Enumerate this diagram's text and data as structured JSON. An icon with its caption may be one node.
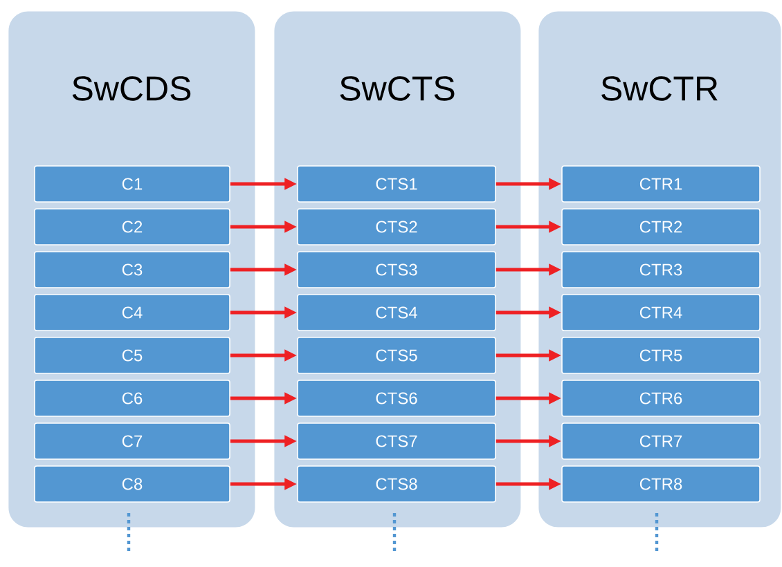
{
  "diagram": {
    "nodes": [
      {
        "text": [
          "SwCDS"
        ]
      },
      {
        "text": [
          "C1"
        ],
        "in": 0
      },
      {
        "text": [
          "C2"
        ],
        "in": 0
      },
      {
        "text": [
          "C3"
        ],
        "in": 0
      },
      {
        "text": [
          "C4"
        ],
        "in": 0
      },
      {
        "text": [
          "C5"
        ],
        "in": 0
      },
      {
        "text": [
          "C6"
        ],
        "in": 0
      },
      {
        "text": [
          "C7"
        ],
        "in": 0
      },
      {
        "text": [
          "C8"
        ],
        "in": 0
      },
      {
        "text": [
          "SwCTS"
        ]
      },
      {
        "text": [
          "CTS1"
        ],
        "in": 9
      },
      {
        "text": [
          "CTS2"
        ],
        "in": 9
      },
      {
        "text": [
          "CTS3"
        ],
        "in": 9
      },
      {
        "text": [
          "CTS4"
        ],
        "in": 9
      },
      {
        "text": [
          "CTS5"
        ],
        "in": 9
      },
      {
        "text": [
          "CTS6"
        ],
        "in": 9
      },
      {
        "text": [
          "CTS7"
        ],
        "in": 9
      },
      {
        "text": [
          "CTS8"
        ],
        "in": 9
      },
      {
        "text": [
          "SwCTR"
        ]
      },
      {
        "text": [
          "CTR1"
        ],
        "in": 18
      },
      {
        "text": [
          "CTR2"
        ],
        "in": 18
      },
      {
        "text": [
          "CTR3"
        ],
        "in": 18
      },
      {
        "text": [
          "CTR4"
        ],
        "in": 18
      },
      {
        "text": [
          "CTR5"
        ],
        "in": 18
      },
      {
        "text": [
          "CTR6"
        ],
        "in": 18
      },
      {
        "text": [
          "CTR7"
        ],
        "in": 18
      },
      {
        "text": [
          "CTR8"
        ],
        "in": 18
      }
    ],
    "edges": [
      {
        "from": 1,
        "to": 10,
        "arrow": "to"
      },
      {
        "from": 2,
        "to": 11,
        "arrow": "to"
      },
      {
        "from": 3,
        "to": 12,
        "arrow": "to"
      },
      {
        "from": 4,
        "to": 13,
        "arrow": "to"
      },
      {
        "from": 5,
        "to": 14,
        "arrow": "to"
      },
      {
        "from": 6,
        "to": 15,
        "arrow": "to"
      },
      {
        "from": 7,
        "to": 16,
        "arrow": "to"
      },
      {
        "from": 8,
        "to": 17,
        "arrow": "to"
      },
      {
        "from": 10,
        "to": 19,
        "arrow": "to"
      },
      {
        "from": 11,
        "to": 20,
        "arrow": "to"
      },
      {
        "from": 12,
        "to": 21,
        "arrow": "to"
      },
      {
        "from": 13,
        "to": 22,
        "arrow": "to"
      },
      {
        "from": 14,
        "to": 23,
        "arrow": "to"
      },
      {
        "from": 15,
        "to": 24,
        "arrow": "to"
      },
      {
        "from": 16,
        "to": 25,
        "arrow": "to"
      },
      {
        "from": 17,
        "to": 26,
        "arrow": "to"
      }
    ]
  }
}
